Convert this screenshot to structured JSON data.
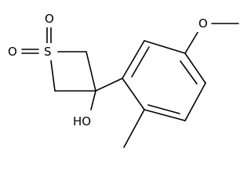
{
  "molecule": {
    "atoms": {
      "s": "S",
      "o_top": "O",
      "o_left": "O",
      "hydroxyl": "HO",
      "methoxy_o": "O"
    },
    "colors": {
      "bonds": "#000000",
      "labels": "#000000",
      "background": "#ffffff"
    }
  }
}
